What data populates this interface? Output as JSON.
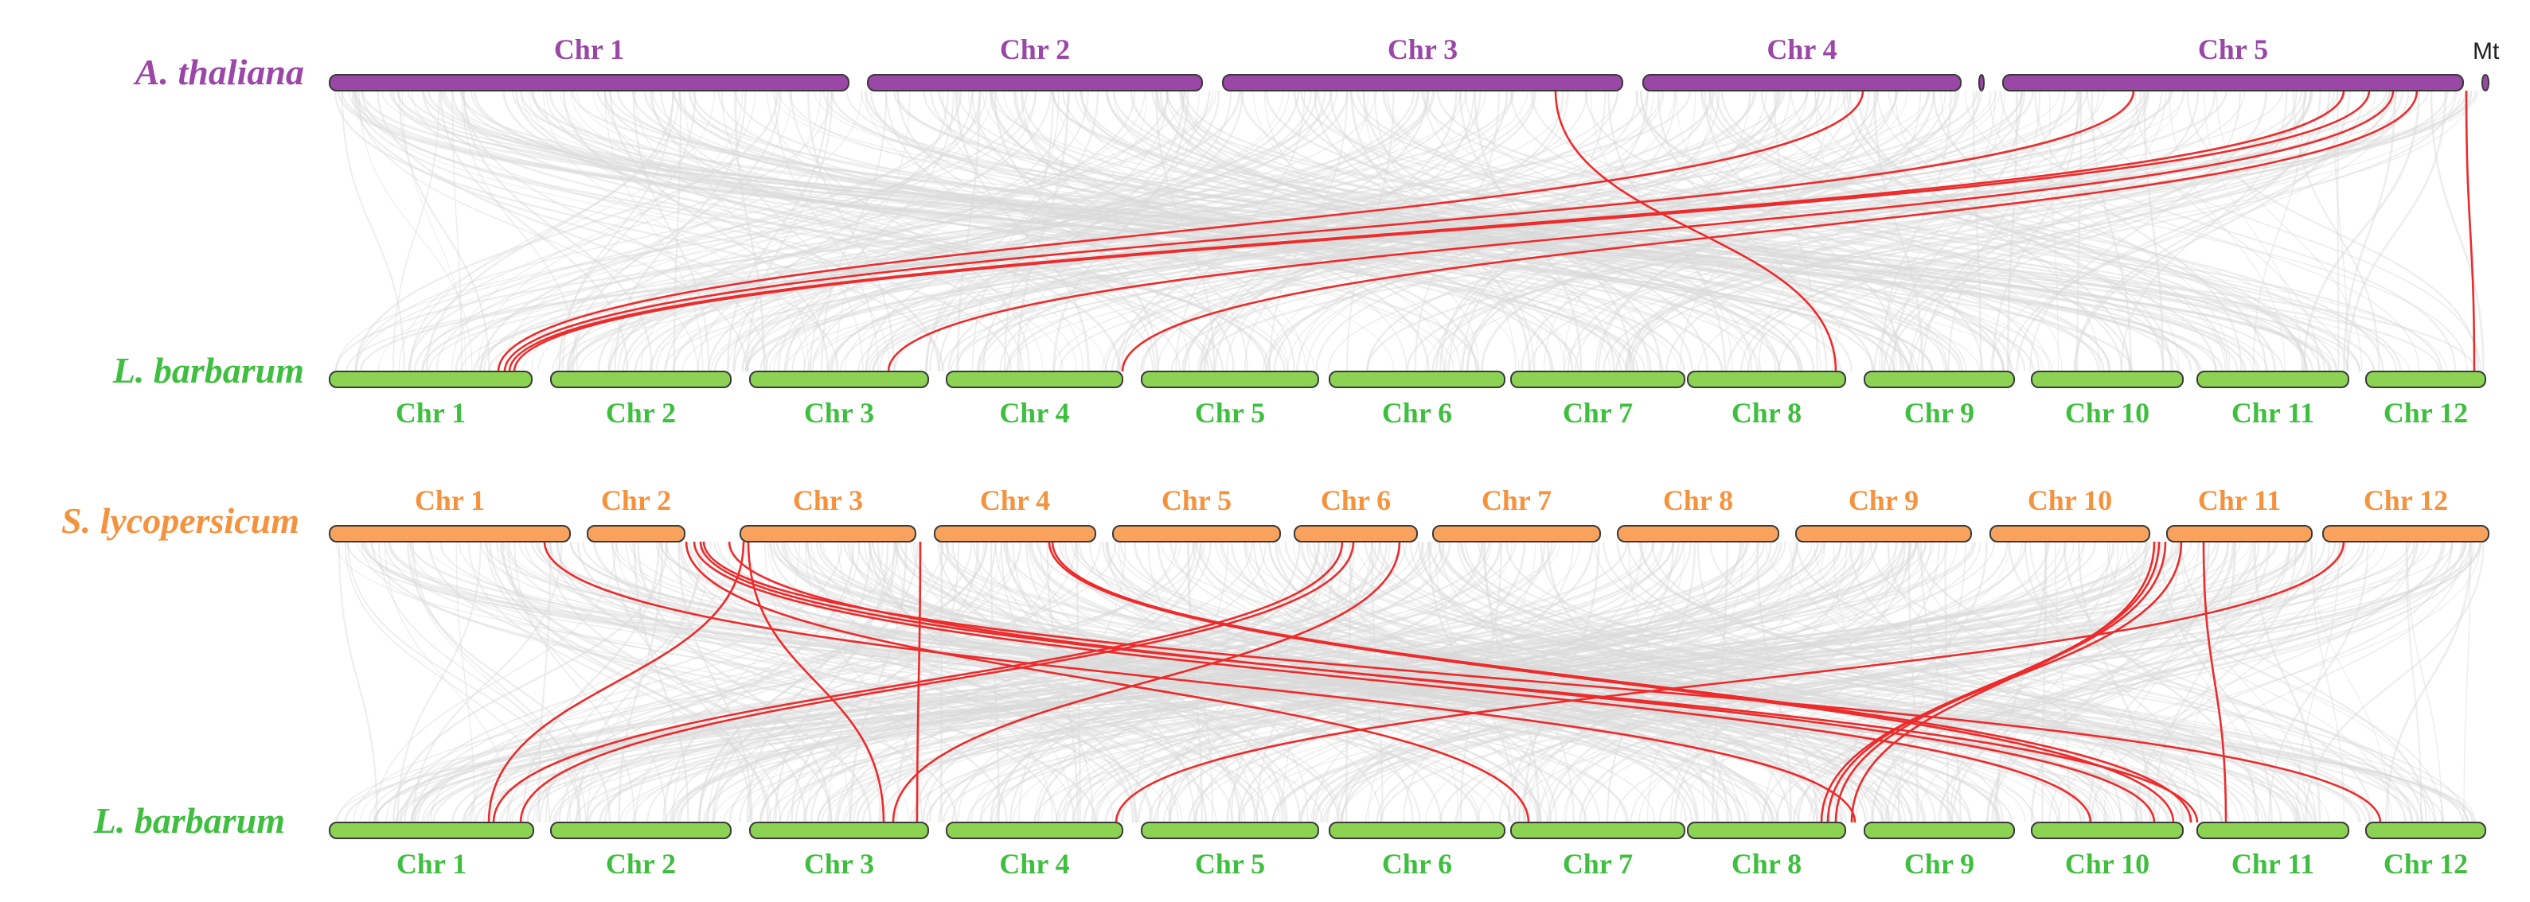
{
  "colors": {
    "background_link": "#d9d9d9",
    "highlight_link": "#ee2a2a",
    "thaliana": "#9b47a8",
    "barbarum": "#3fbf3f",
    "barbarum_bar": "#8cd354",
    "lycopersicum": "#f5923e",
    "lycopersicum_bar": "#f8a25e"
  },
  "panels": [
    {
      "top": {
        "species": "A. thaliana",
        "color_key": "thaliana",
        "chromosomes": [
          {
            "label": "Chr 1"
          },
          {
            "label": "Chr 2"
          },
          {
            "label": "Chr 3"
          },
          {
            "label": "Chr 4"
          },
          {
            "label": ""
          },
          {
            "label": "Chr 5"
          },
          {
            "label": "Mt"
          }
        ]
      },
      "bottom": {
        "species": "L. barbarum",
        "color_key": "barbarum",
        "chromosomes": [
          {
            "label": "Chr 1"
          },
          {
            "label": "Chr 2"
          },
          {
            "label": "Chr 3"
          },
          {
            "label": "Chr 4"
          },
          {
            "label": "Chr 5"
          },
          {
            "label": "Chr 6"
          },
          {
            "label": "Chr 7"
          },
          {
            "label": "Chr 8"
          },
          {
            "label": "Chr 9"
          },
          {
            "label": "Chr 10"
          },
          {
            "label": "Chr 11"
          },
          {
            "label": "Chr 12"
          }
        ]
      }
    },
    {
      "top": {
        "species": "S. lycopersicum",
        "color_key": "lycopersicum",
        "chromosomes": [
          {
            "label": "Chr 1"
          },
          {
            "label": "Chr 2"
          },
          {
            "label": "Chr 3"
          },
          {
            "label": "Chr 4"
          },
          {
            "label": "Chr 5"
          },
          {
            "label": "Chr 6"
          },
          {
            "label": "Chr 7"
          },
          {
            "label": "Chr 8"
          },
          {
            "label": "Chr 9"
          },
          {
            "label": "Chr 10"
          },
          {
            "label": "Chr 11"
          },
          {
            "label": "Chr 12"
          }
        ]
      },
      "bottom": {
        "species": "L. barbarum",
        "color_key": "barbarum",
        "chromosomes": [
          {
            "label": "Chr 1"
          },
          {
            "label": "Chr 2"
          },
          {
            "label": "Chr 3"
          },
          {
            "label": "Chr 4"
          },
          {
            "label": "Chr 5"
          },
          {
            "label": "Chr 6"
          },
          {
            "label": "Chr 7"
          },
          {
            "label": "Chr 8"
          },
          {
            "label": "Chr 9"
          },
          {
            "label": "Chr 10"
          },
          {
            "label": "Chr 11"
          },
          {
            "label": "Chr 12"
          }
        ]
      }
    }
  ]
}
